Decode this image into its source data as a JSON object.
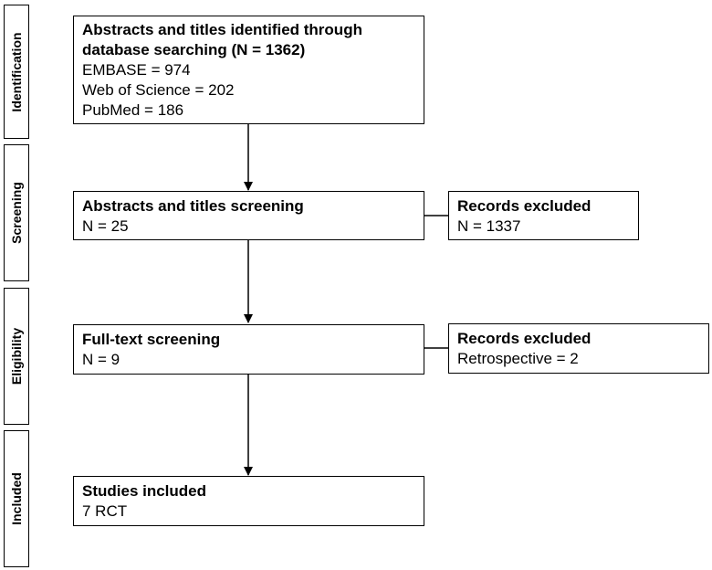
{
  "stages": [
    {
      "label": "Identification"
    },
    {
      "label": "Screening"
    },
    {
      "label": "Eligibility"
    },
    {
      "label": "Included"
    }
  ],
  "boxes": {
    "identified": {
      "title": "Abstracts and titles identified through database searching (N = 1362)",
      "lines": [
        "EMBASE = 974",
        "Web of Science = 202",
        "PubMed = 186"
      ]
    },
    "screening": {
      "title": "Abstracts and titles screening",
      "lines": [
        "N = 25"
      ]
    },
    "excluded_screening": {
      "title": "Records excluded",
      "lines": [
        "N = 1337"
      ]
    },
    "fulltext": {
      "title": "Full-text screening",
      "lines": [
        "N = 9"
      ]
    },
    "excluded_fulltext": {
      "title": "Records excluded",
      "lines": [
        "Retrospective = 2"
      ]
    },
    "included": {
      "title": "Studies included",
      "lines": [
        "7 RCT"
      ]
    }
  }
}
